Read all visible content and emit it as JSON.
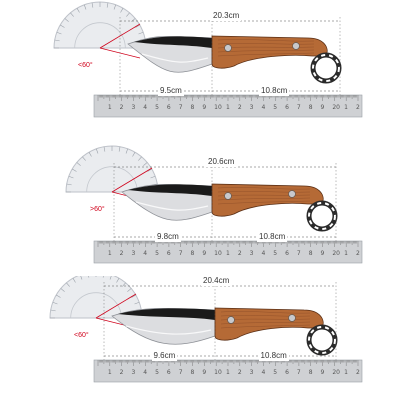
{
  "colors": {
    "blade": "#dcdde0",
    "blade_dark": "#1a1a1a",
    "wood": "#b56a36",
    "wood_grain": "#7e4121",
    "ruler": "#cfd1d4",
    "dim_line": "#555555",
    "angle_red": "#d0021b",
    "protractor": "#e8eaee"
  },
  "panels": [
    {
      "total_length": "20.3cm",
      "blade_length": "9.5cm",
      "handle_length": "10.8cm",
      "angle": "<60°"
    },
    {
      "total_length": "20.6cm",
      "blade_length": "9.8cm",
      "handle_length": "10.8cm",
      "angle": ">60°"
    },
    {
      "total_length": "20.4cm",
      "blade_length": "9.6cm",
      "handle_length": "10.8cm",
      "angle": "<60°"
    }
  ],
  "ruler_numbers": [
    "1",
    "2",
    "3",
    "4",
    "5",
    "6",
    "7",
    "8",
    "9",
    "10",
    "1",
    "2",
    "3",
    "4",
    "5",
    "6",
    "7",
    "8",
    "9",
    "20",
    "1",
    "2"
  ]
}
